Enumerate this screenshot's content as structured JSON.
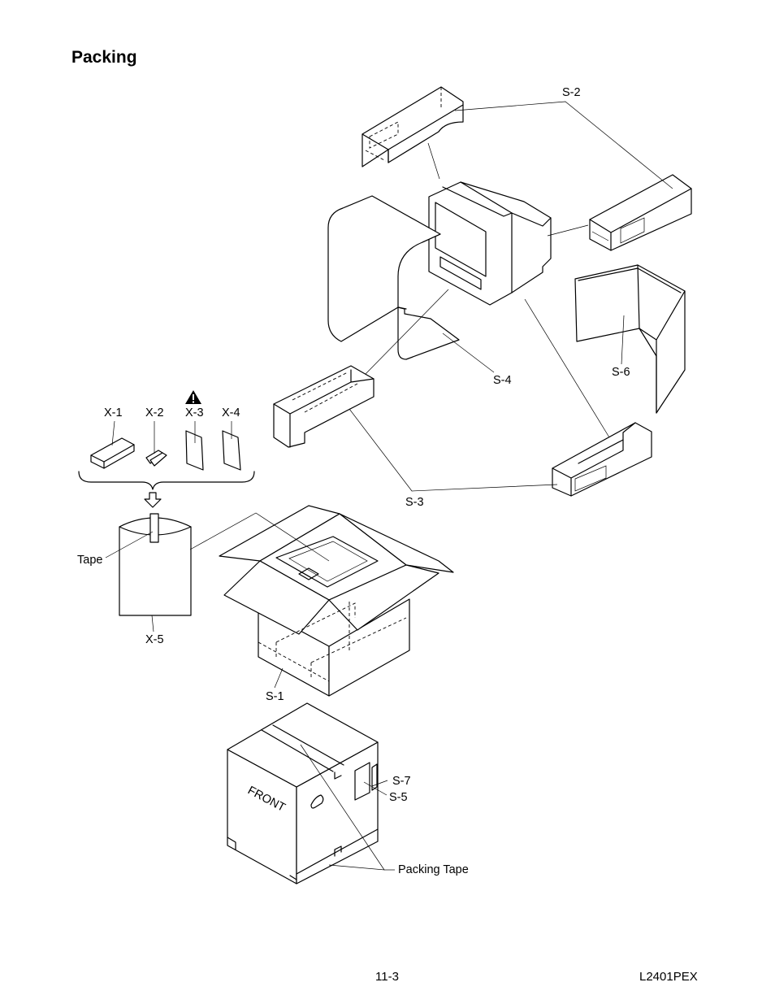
{
  "page": {
    "title": "Packing",
    "page_number": "11-3",
    "model": "L2401PEX"
  },
  "labels": {
    "s2": "S-2",
    "s4": "S-4",
    "s6": "S-6",
    "s3": "S-3",
    "x1": "X-1",
    "x2": "X-2",
    "x3": "X-3",
    "x4": "X-4",
    "tape": "Tape",
    "x5": "X-5",
    "s1": "S-1",
    "s7": "S-7",
    "s5": "S-5",
    "packing_tape": "Packing Tape",
    "front": "FRONT"
  },
  "icons": {
    "warning": "warning-triangle-icon",
    "down_arrow": "down-arrow-icon"
  }
}
